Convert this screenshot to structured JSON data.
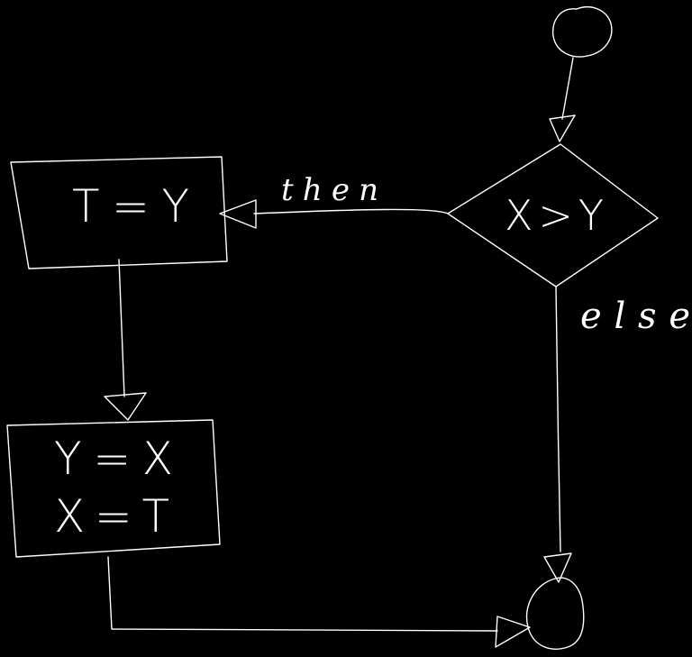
{
  "diagram": {
    "type": "flowchart",
    "style": "hand-drawn",
    "colors": {
      "background": "#000000",
      "stroke": "#ffffff"
    },
    "nodes": {
      "start": {
        "shape": "circle"
      },
      "decision": {
        "shape": "diamond",
        "text": "X>Y"
      },
      "assign_t": {
        "shape": "rectangle",
        "text": "T=Y"
      },
      "swap": {
        "shape": "rectangle",
        "line1": "Y=X",
        "line2": "X=T"
      },
      "end": {
        "shape": "circle"
      }
    },
    "edges": {
      "then_label": "then",
      "else_label": "else"
    }
  }
}
